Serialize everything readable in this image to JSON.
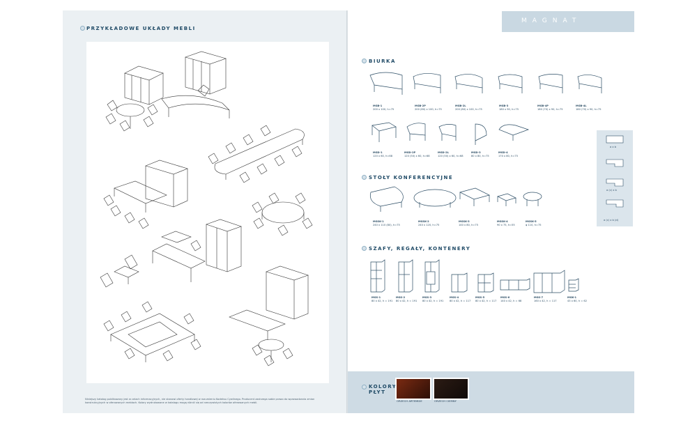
{
  "left": {
    "section_title": "PRZYKŁADOWE UKŁADY MEBLI",
    "footer": [
      "Niniejszy katalog publikowany jest w celach informacyjnych, nie stanowi oferty handlowej w rozumieniu Kodeksu Cywilnego. Producent zastrzega sobie prawo do wprowadzania zmian",
      "konstrukcyjnych w oferowanych meblach. Kolory wydrukowane w katalogu mogą różnić się od rzeczywistych kolorów oferowanych mebli."
    ]
  },
  "right": {
    "brand": "MAGNAT",
    "biurka": {
      "title": "BIURKA",
      "row1": [
        {
          "code": "MGB-1",
          "dims": "200 x 100, h=75"
        },
        {
          "code": "MGB-2P",
          "dims": "200 (80) x 100, h=75"
        },
        {
          "code": "MGB-2L",
          "dims": "200 (80) x 100, h=75"
        },
        {
          "code": "MGB-3",
          "dims": "180 x 90, h=75"
        },
        {
          "code": "MGB-4P",
          "dims": "180 (70) x 90, h=75"
        },
        {
          "code": "MGB-4L",
          "dims": "180 (70) x 90, h=75"
        }
      ],
      "row2": [
        {
          "code": "MGD-1",
          "dims": "120 x 60, h=68"
        },
        {
          "code": "MGD-2P",
          "dims": "120 (50) x 60, h=68"
        },
        {
          "code": "MGD-2L",
          "dims": "120 (50) x 60, h=68"
        },
        {
          "code": "MGD-3",
          "dims": "80 x 80, h=75"
        },
        {
          "code": "MGD-4",
          "dims": "170 x 80, h=75"
        }
      ]
    },
    "stoly": {
      "title": "STOŁY KONFERENCYJNE",
      "items": [
        {
          "code": "MGSK-1",
          "dims": "240 x 110 (80), h=75"
        },
        {
          "code": "MGSK-2",
          "dims": "240 x 120, h=75"
        },
        {
          "code": "MGSK-3",
          "dims": "140 x 80, h=75"
        },
        {
          "code": "MGSK-4",
          "dims": "90 x 75, h=55"
        },
        {
          "code": "MGSK-5",
          "dims": "φ 110, h=75"
        }
      ]
    },
    "szafy": {
      "title": "SZAFY, REGAŁY, KONTENERY",
      "items": [
        {
          "code": "MGS-1",
          "dims": "80 x 42, h = 191"
        },
        {
          "code": "MGS-2",
          "dims": "80 x 42, h = 191"
        },
        {
          "code": "MGS-3",
          "dims": "80 x 42, h = 191"
        },
        {
          "code": "MGS-4",
          "dims": "80 x 42, h = 117"
        },
        {
          "code": "MGS-5",
          "dims": "80 x 42, h = 117"
        },
        {
          "code": "MGS-6",
          "dims": "140 x 42, h = 68"
        },
        {
          "code": "MGS-7",
          "dims": "160 x 42, h = 117"
        },
        {
          "code": "MGK-1",
          "dims": "43 x 60, h = 62"
        }
      ]
    },
    "legend": [
      "a x b",
      "a (c) x b",
      "a (c) x b (d)"
    ],
    "kolory": {
      "title_line1": "KOLORY",
      "title_line2": "PŁYT",
      "swatches": [
        {
          "label": "ORZECH ARTEMIDE",
          "color": "#7a2a12"
        },
        {
          "label": "ORZECH CIEMNY",
          "color": "#2b1b14"
        }
      ]
    }
  }
}
